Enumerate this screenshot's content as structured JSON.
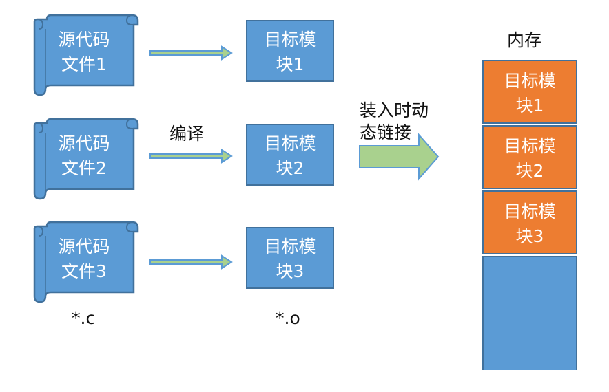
{
  "colors": {
    "blue_fill": "#5b9bd5",
    "blue_border": "#41719c",
    "orange_fill": "#ed7d31",
    "arrow_fill": "#a9d18e",
    "arrow_border": "#5b9bd5"
  },
  "sources": [
    {
      "line1": "源代码",
      "line2": "文件1"
    },
    {
      "line1": "源代码",
      "line2": "文件2"
    },
    {
      "line1": "源代码",
      "line2": "文件3"
    }
  ],
  "modules": [
    {
      "line1": "目标模",
      "line2": "块1"
    },
    {
      "line1": "目标模",
      "line2": "块2"
    },
    {
      "line1": "目标模",
      "line2": "块3"
    }
  ],
  "compile_label": "编译",
  "source_ext": "*.c",
  "object_ext": "*.o",
  "load_label": {
    "line1": "装入时动",
    "line2": "态链接"
  },
  "memory": {
    "title": "内存",
    "blocks": [
      {
        "line1": "目标模",
        "line2": "块1"
      },
      {
        "line1": "目标模",
        "line2": "块2"
      },
      {
        "line1": "目标模",
        "line2": "块3"
      }
    ]
  }
}
